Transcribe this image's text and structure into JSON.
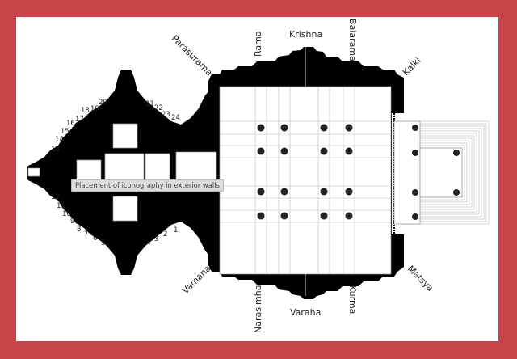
{
  "tooltip": "Placement of iconography in exterior walls",
  "avatars": {
    "parasurama": "Parasurama",
    "rama": "Rama",
    "krishna": "Krishna",
    "balarama": "Balarama",
    "kalki": "Kalki",
    "vamana": "Vamana",
    "narasimha": "Narasimha",
    "varaha": "Varaha",
    "kurma": "Kurma",
    "matsya": "Matsya"
  },
  "numbers": [
    "1",
    "2",
    "3",
    "4",
    "5",
    "6",
    "7",
    "8",
    "9",
    "10",
    "11",
    "12",
    "13",
    "14",
    "15",
    "16",
    "17",
    "18",
    "19",
    "20",
    "21",
    "22",
    "23",
    "24"
  ],
  "colors": {
    "frame": "#c9434a",
    "plan": "#000000",
    "background": "#ffffff"
  }
}
